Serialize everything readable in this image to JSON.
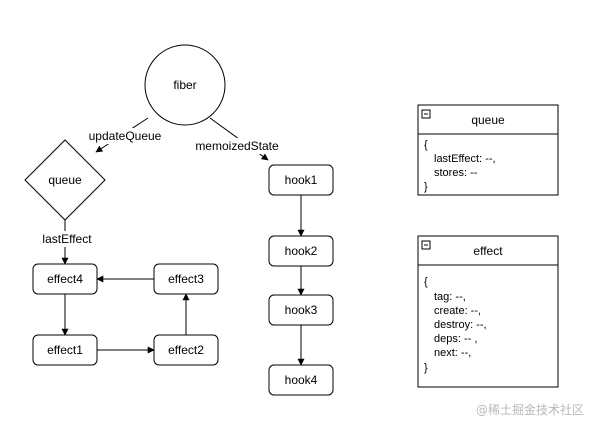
{
  "fiber": {
    "label": "fiber"
  },
  "queue_node": {
    "label": "queue"
  },
  "hooks": [
    {
      "label": "hook1"
    },
    {
      "label": "hook2"
    },
    {
      "label": "hook3"
    },
    {
      "label": "hook4"
    }
  ],
  "effects": {
    "effect1": "effect1",
    "effect2": "effect2",
    "effect3": "effect3",
    "effect4": "effect4"
  },
  "edge_labels": {
    "update_queue": "updateQueue",
    "memoized_state": "memoizedState",
    "last_effect": "lastEffect"
  },
  "queue_panel": {
    "title": "queue",
    "lines": [
      "{",
      "lastEffect: --,",
      "stores: --",
      "}"
    ]
  },
  "effect_panel": {
    "title": "effect",
    "lines": [
      "{",
      "tag: --,",
      "create: --,",
      "destroy: --,",
      "deps: -- ,",
      "next: --,",
      "}"
    ]
  },
  "watermark": "@稀土掘金技术社区",
  "colors": {
    "stroke": "#000000",
    "fill": "#ffffff",
    "watermark": "#b9b9b9"
  }
}
